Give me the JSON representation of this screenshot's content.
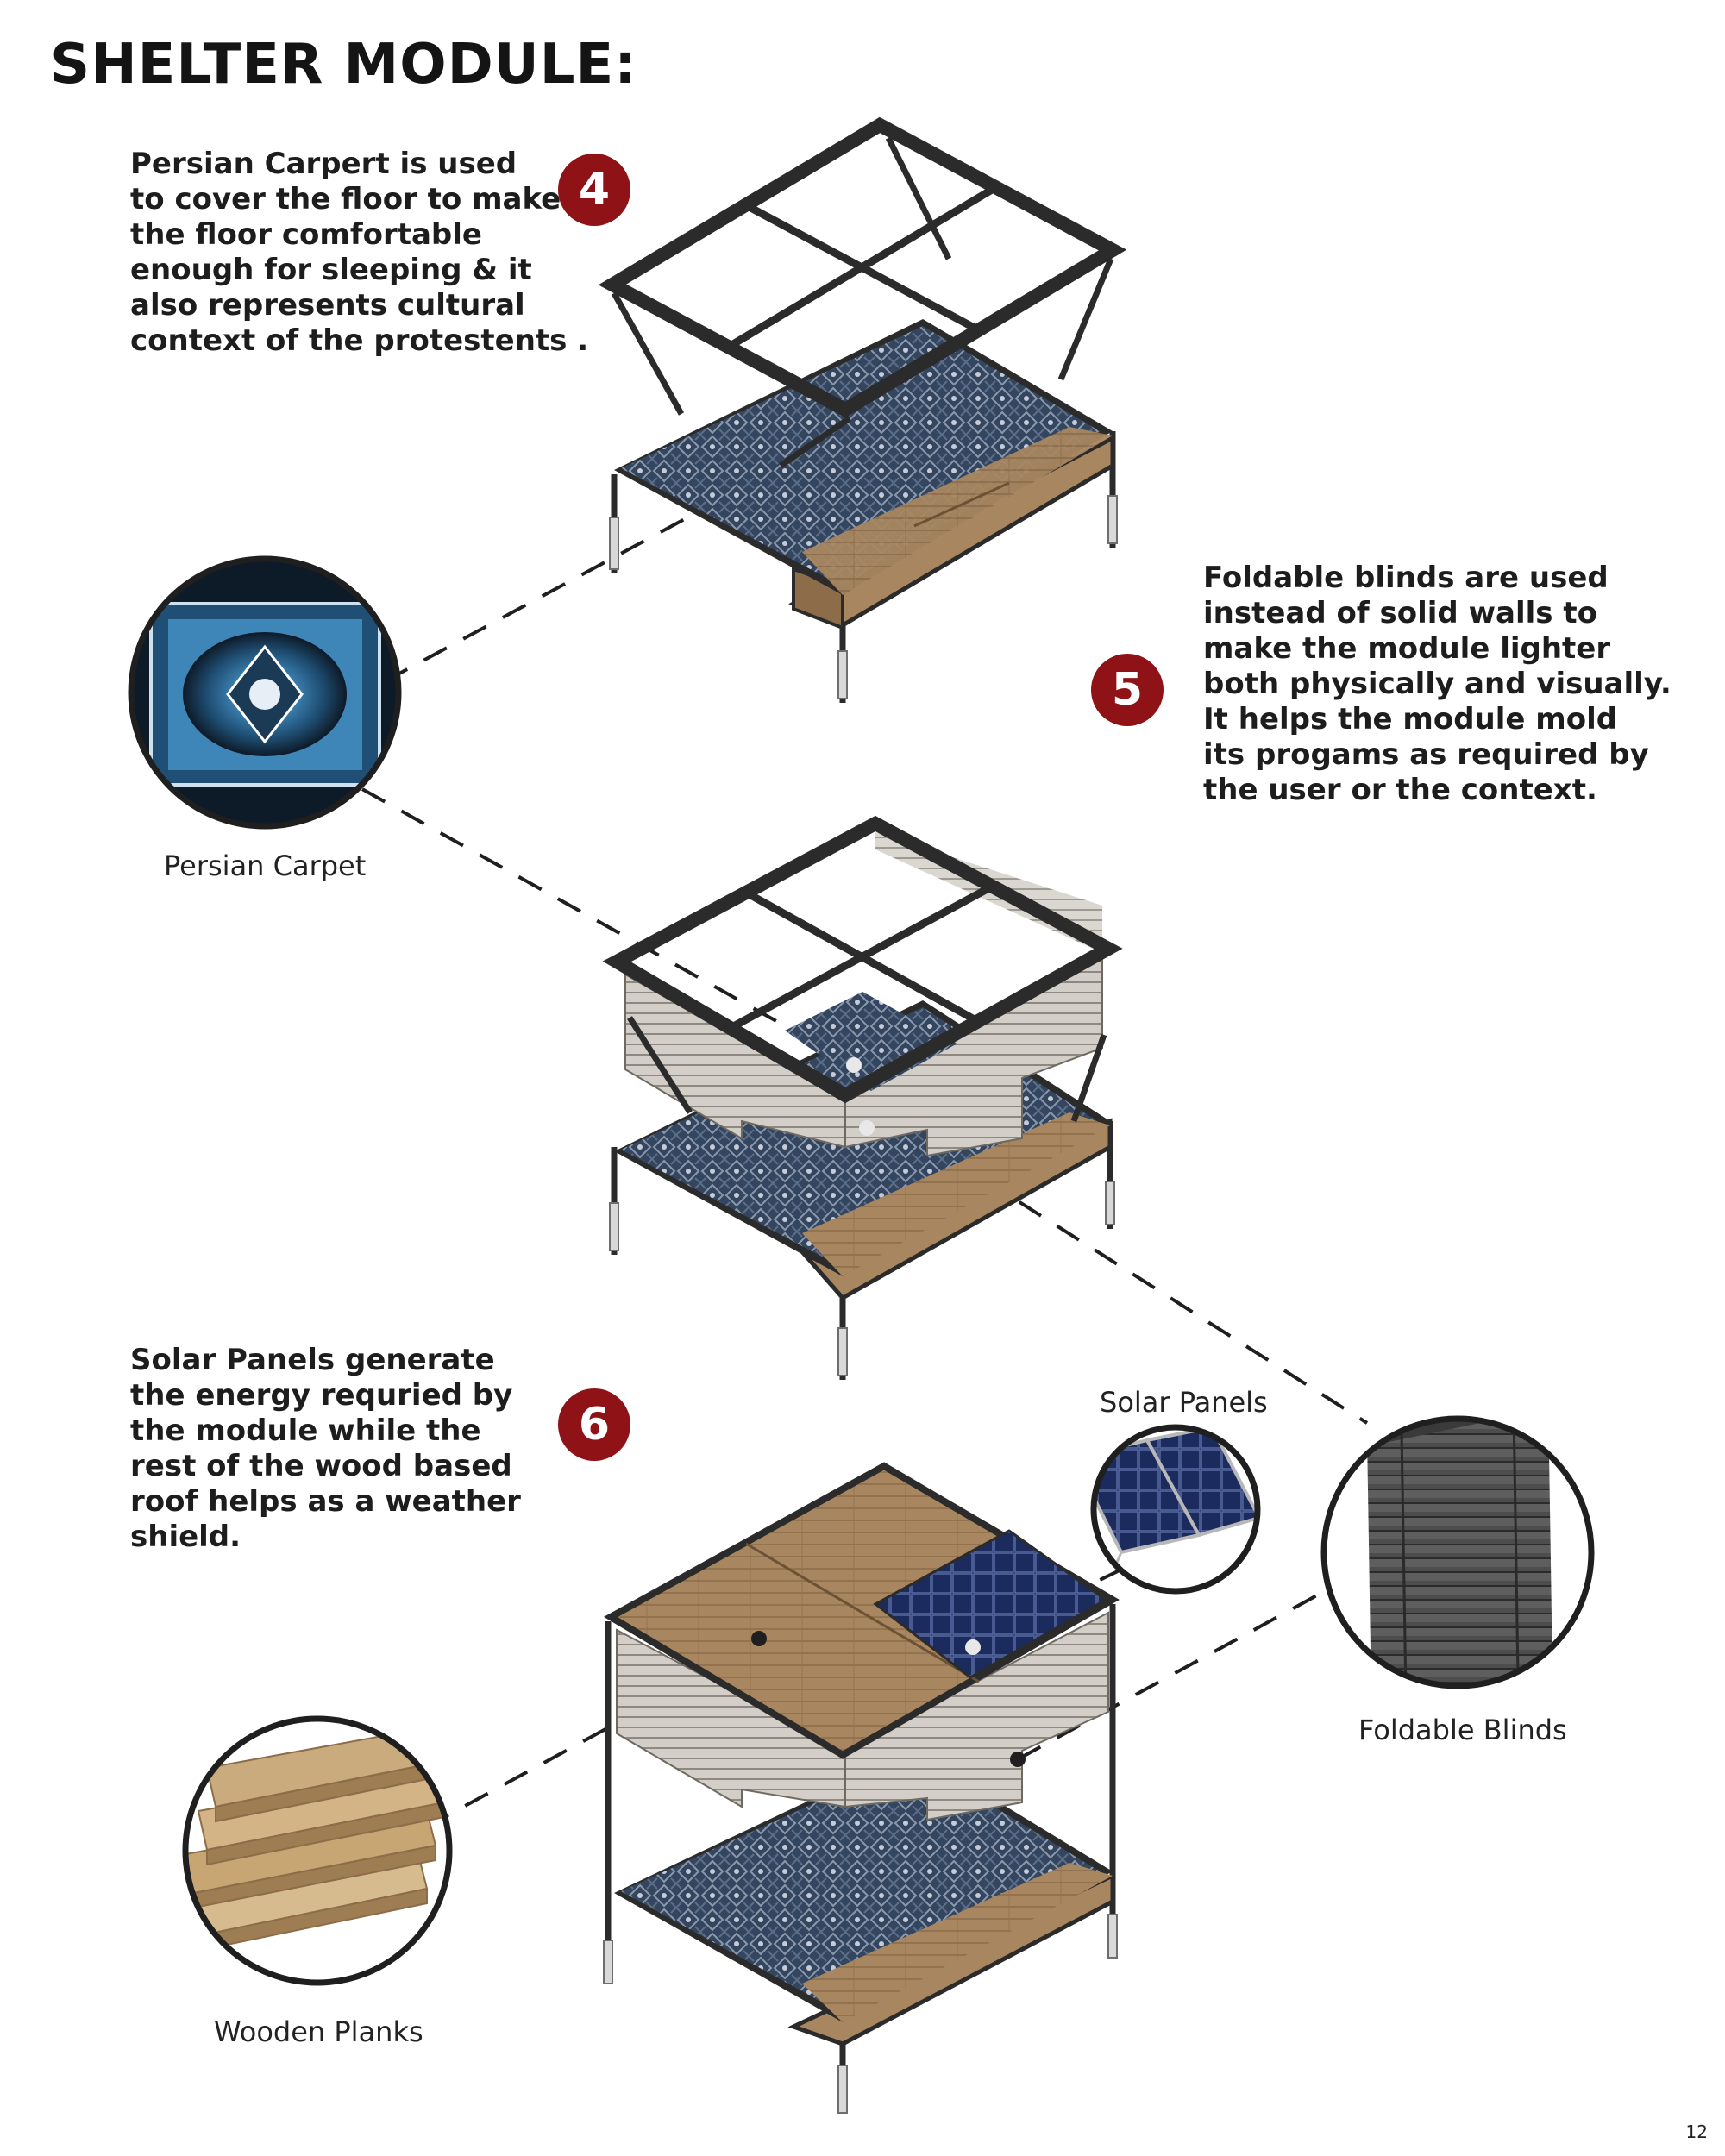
{
  "page": {
    "title": "SHELTER MODULE:",
    "page_number": "12"
  },
  "steps": [
    {
      "number": "4",
      "lines": [
        "Persian Carpert is used",
        "to cover the floor to make",
        "the floor comfortable",
        "enough for sleeping & it",
        "also represents cultural",
        "context of the protestents ."
      ]
    },
    {
      "number": "5",
      "lines": [
        "Foldable blinds are used",
        "instead of solid walls to",
        "make the module lighter",
        "both physically and visually.",
        "It helps the module mold",
        "its progams as required by",
        "the user or the context."
      ]
    },
    {
      "number": "6",
      "lines": [
        "Solar Panels generate",
        "the energy requried by",
        "the module while the",
        "rest of the wood based",
        "roof helps as a weather",
        "shield."
      ]
    }
  ],
  "callouts": {
    "carpet": "Persian Carpet",
    "blinds": "Foldable Blinds",
    "solar": "Solar Panels",
    "planks": "Wooden Planks"
  },
  "colors": {
    "badge": "#8e1216",
    "frame": "#2b2b2b",
    "carpet": "#34465f",
    "wood": "#a88660",
    "blinds": "#cfcbc4",
    "solar": "#1c2b5e"
  }
}
